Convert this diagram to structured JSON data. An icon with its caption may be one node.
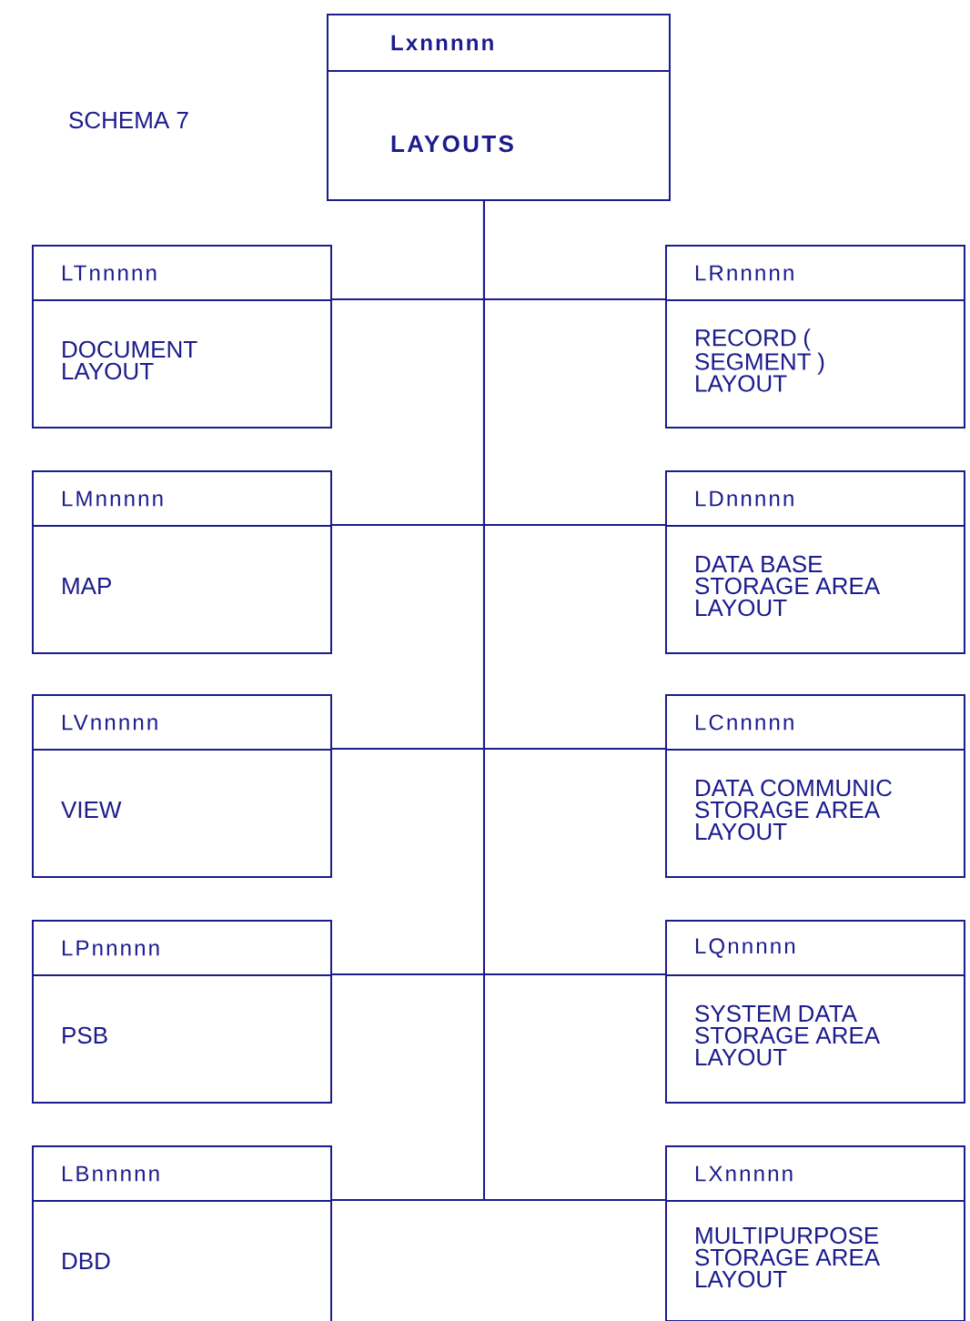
{
  "diagram": {
    "nodes": [
      {
        "text": [
          "Lxnnnnn",
          "LAYOUTS"
        ]
      },
      {
        "text": [
          "LTnnnnn",
          "DOCUMENT LAYOUT"
        ]
      },
      {
        "text": [
          "LRnnnnn",
          "RECORD ( SEGMENT ) LAYOUT"
        ]
      },
      {
        "text": [
          "LMnnnnn",
          "MAP"
        ]
      },
      {
        "text": [
          "LDnnnnn",
          "DATA BASE STORAGE AREA LAYOUT"
        ]
      },
      {
        "text": [
          "LVnnnnn",
          "VIEW"
        ]
      },
      {
        "text": [
          "LCnnnnn",
          "DATA COMMUNIC STORAGE AREA LAYOUT"
        ]
      },
      {
        "text": [
          "LPnnnnn",
          "PSB"
        ]
      },
      {
        "text": [
          "LQnnnnn",
          "SYSTEM DATA STORAGE AREA LAYOUT"
        ]
      },
      {
        "text": [
          "LBnnnnn",
          "DBD"
        ]
      },
      {
        "text": [
          "LXnnnnn",
          "MULTIPURPOSE STORAGE AREA LAYOUT"
        ]
      }
    ],
    "edges": [
      {
        "from": 0,
        "to": 1,
        "arrow": "none"
      },
      {
        "from": 0,
        "to": 2,
        "arrow": "none"
      },
      {
        "from": 0,
        "to": 3,
        "arrow": "none"
      },
      {
        "from": 0,
        "to": 4,
        "arrow": "none"
      },
      {
        "from": 0,
        "to": 5,
        "arrow": "none"
      },
      {
        "from": 0,
        "to": 6,
        "arrow": "none"
      },
      {
        "from": 0,
        "to": 7,
        "arrow": "none"
      },
      {
        "from": 0,
        "to": 8,
        "arrow": "none"
      },
      {
        "from": 0,
        "to": 9,
        "arrow": "none"
      },
      {
        "from": 0,
        "to": 10,
        "arrow": "none"
      }
    ],
    "labels": [
      "SCHEMA 7"
    ]
  }
}
